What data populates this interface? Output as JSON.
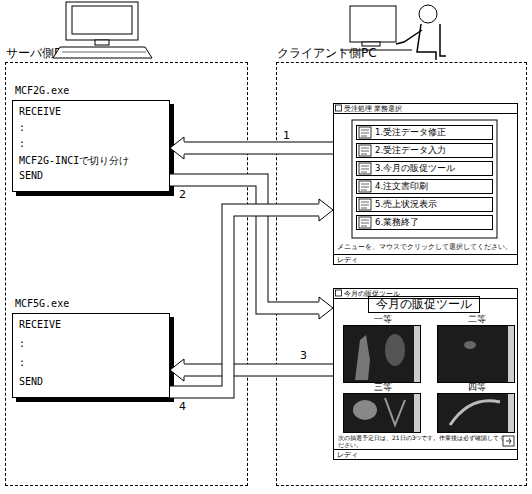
{
  "diagram": {
    "nodes": [
      {
        "text": [
          "サーバ側PC"
        ]
      },
      {
        "text": [
          "クライアント側PC"
        ]
      },
      {
        "text": [
          "MCF2G.exe",
          "RECEIVE",
          ":",
          ":",
          "MCF2G-INCIで切り分け",
          "SEND"
        ],
        "in": 0
      },
      {
        "text": [
          "受注処理 業務選択",
          "メニューを、マウスでクリックして選択してください。",
          "レディ"
        ],
        "in": 1
      },
      {
        "text": [
          "1.受注データ修正"
        ],
        "in": 3
      },
      {
        "text": [
          "2.受注データ入力"
        ],
        "in": 3
      },
      {
        "text": [
          "3.今月の販促ツール"
        ],
        "in": 3
      },
      {
        "text": [
          "4.注文書印刷"
        ],
        "in": 3
      },
      {
        "text": [
          "5.売上状況表示"
        ],
        "in": 3
      },
      {
        "text": [
          "6.業務終了"
        ],
        "in": 3
      },
      {
        "text": [
          "MCF5G.exe",
          "RECEIVE",
          ":",
          ":",
          "SEND"
        ],
        "in": 0
      },
      {
        "text": [
          "今月の販促ツール",
          "今月の販促ツール",
          "次の抽選予定日は、21日の3つです。作業後は必ず確認してください。",
          "レディ"
        ],
        "in": 1
      },
      {
        "text": [
          "一等"
        ],
        "in": 11
      },
      {
        "text": [
          "二等"
        ],
        "in": 11
      },
      {
        "text": [
          "三等"
        ],
        "in": 11
      },
      {
        "text": [
          "四等"
        ],
        "in": 11
      }
    ],
    "edges": [
      {
        "from": 3,
        "to": 2,
        "arrow": "to",
        "label": "1"
      },
      {
        "from": 2,
        "to": 11,
        "arrow": "to",
        "label": "2"
      },
      {
        "from": 11,
        "to": 10,
        "arrow": "to",
        "label": "3"
      },
      {
        "from": 10,
        "to": 3,
        "arrow": "to",
        "label": "4"
      }
    ]
  }
}
